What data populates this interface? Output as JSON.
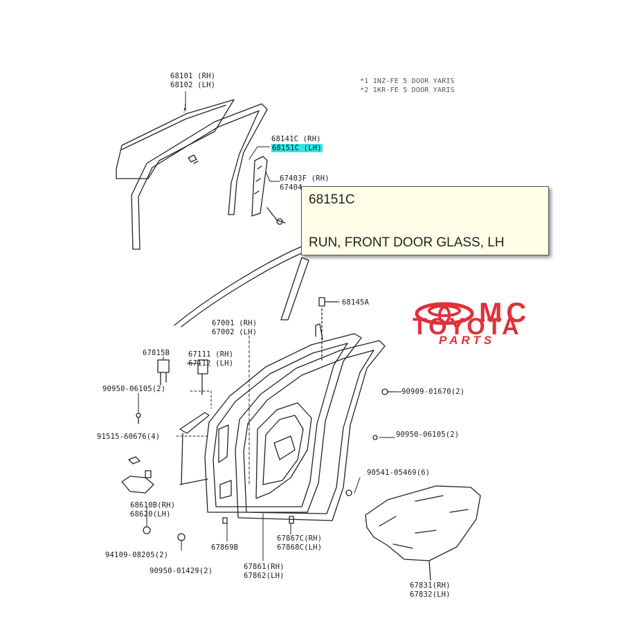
{
  "notes": {
    "line1": "*1 1NZ-FE 5 DOOR YARIS",
    "line2": "*2 1KR-FE 5 DOOR YARIS"
  },
  "labels": [
    {
      "id": "p68101",
      "text": "68101 (RH)"
    },
    {
      "id": "p68102",
      "text": "68102 (LH)"
    },
    {
      "id": "p68141c",
      "text": "68141C (RH)"
    },
    {
      "id": "p68151c",
      "text": "68151C (LH)",
      "highlight": true
    },
    {
      "id": "p67403f",
      "text": "67403F (RH)"
    },
    {
      "id": "p67404",
      "text": "67404"
    },
    {
      "id": "p68145a",
      "text": "68145A"
    },
    {
      "id": "p67001",
      "text": "67001 (RH)"
    },
    {
      "id": "p67002",
      "text": "67002 (LH)"
    },
    {
      "id": "p67815b",
      "text": "67815B"
    },
    {
      "id": "p67111",
      "text": "67111 (RH)"
    },
    {
      "id": "p67112",
      "text": "67112 (LH)"
    },
    {
      "id": "p90950a",
      "text": "90950-06105(2)"
    },
    {
      "id": "p90909",
      "text": "90909-01670(2)"
    },
    {
      "id": "p91515",
      "text": "91515-60676(4)"
    },
    {
      "id": "p90950b",
      "text": "90950-06105(2)"
    },
    {
      "id": "p90541",
      "text": "90541-05469(6)"
    },
    {
      "id": "p68610b",
      "text": "68610B(RH)"
    },
    {
      "id": "p68620",
      "text": "68620(LH)"
    },
    {
      "id": "p67869b",
      "text": "67869B"
    },
    {
      "id": "p67867c",
      "text": "67867C(RH)"
    },
    {
      "id": "p67868c",
      "text": "67868C(LH)"
    },
    {
      "id": "p94109",
      "text": "94109-08205(2)"
    },
    {
      "id": "p90950c",
      "text": "90950-01429(2)"
    },
    {
      "id": "p67861",
      "text": "67861(RH)"
    },
    {
      "id": "p67862",
      "text": "67862(LH)"
    },
    {
      "id": "p67831",
      "text": "67831(RH)"
    },
    {
      "id": "p67832",
      "text": "67832(LH)"
    }
  ],
  "tooltip": {
    "code": "68151C",
    "description": "RUN, FRONT DOOR GLASS, LH"
  },
  "logo": {
    "mc": "MC",
    "brand": "TOYOTA",
    "sub": "PARTS",
    "color": "#e0303a"
  },
  "highlight_color": "#2ee6e6"
}
